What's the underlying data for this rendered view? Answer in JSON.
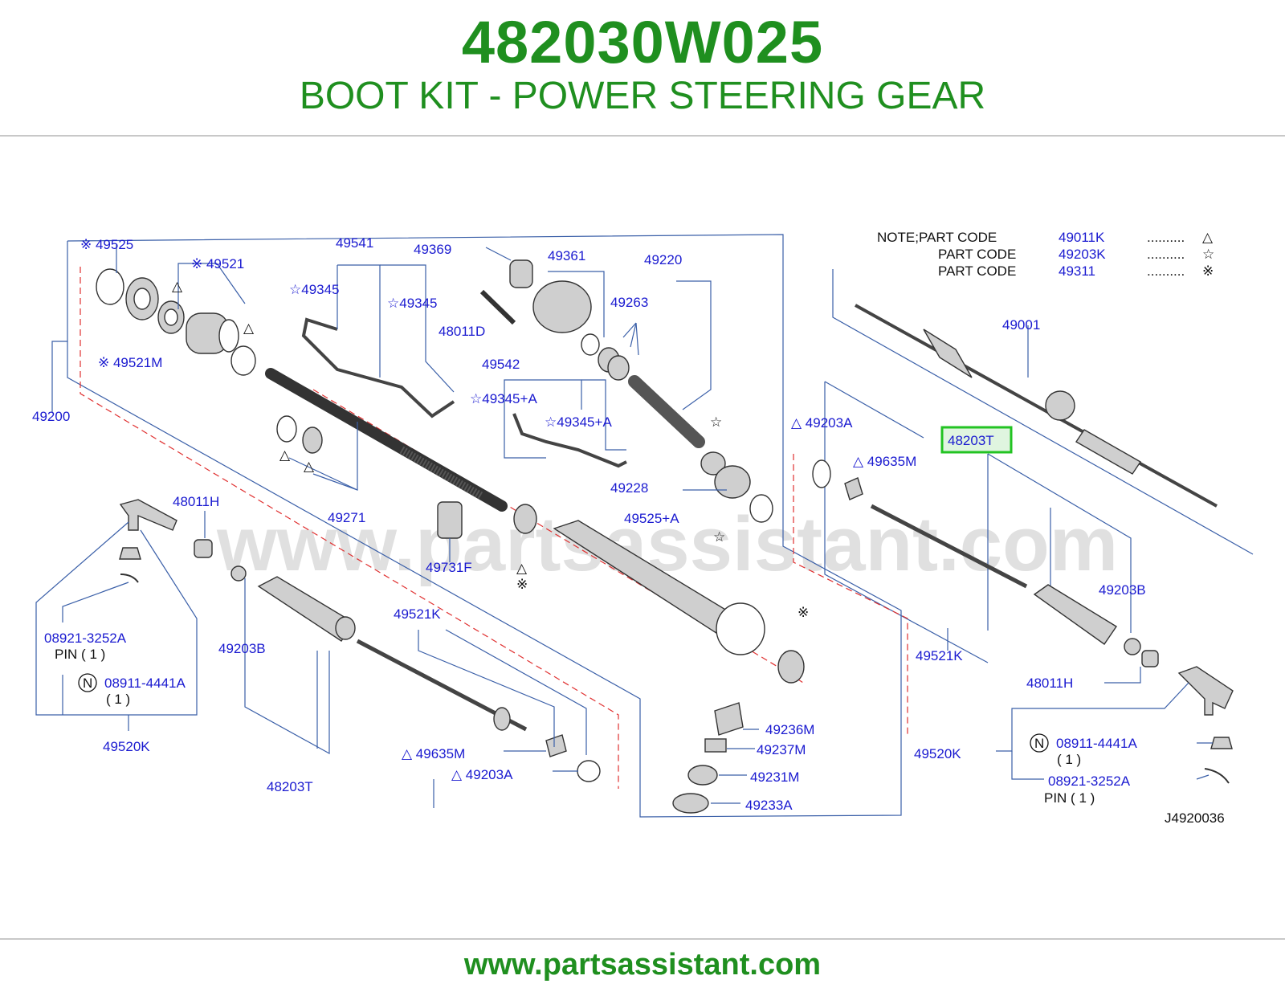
{
  "header": {
    "part_number": "482030W025",
    "description": "BOOT KIT - POWER STEERING GEAR"
  },
  "footer": {
    "url": "www.partsassistant.com"
  },
  "watermark": "www.partsassistant.com",
  "colors": {
    "brand_green": "#1f8f1f",
    "label_blue": "#1a1ad0",
    "highlight": "#22c322",
    "leader_line": "#3a5fa8",
    "dashed_line": "#e03030"
  },
  "note": {
    "title": "NOTE;PART  CODE",
    "rows": [
      {
        "prefix": "NOTE;PART  CODE",
        "code": "49011K",
        "dots": "..........",
        "symbol": "△"
      },
      {
        "prefix": "PART  CODE",
        "code": "49203K",
        "dots": "..........",
        "symbol": "☆"
      },
      {
        "prefix": "PART  CODE",
        "code": "49311",
        "dots": "..........",
        "symbol": "※"
      }
    ]
  },
  "diagram_id": "J4920036",
  "labels": {
    "p49525": "※ 49525",
    "p49521": "※ 49521",
    "p49521M": "※ 49521M",
    "p49200": "49200",
    "p49541": "49541",
    "p49369": "49369",
    "p49345a": "☆49345",
    "p49345b": "☆49345",
    "p49361": "49361",
    "p48011D": "48011D",
    "p49220": "49220",
    "p49263": "49263",
    "p49542": "49542",
    "p49345A1": "☆49345+A",
    "p49345A2": "☆49345+A",
    "p49228": "49228",
    "p49525A": "49525+A",
    "p49271": "49271",
    "p49731F": "49731F",
    "p48011H_l": "48011H",
    "p08921_l": "08921-3252A",
    "pin_l": "PIN  ( 1 )",
    "p08911_l": "08911-4441A",
    "qty_l": "(  1  )",
    "p49520K_l": "49520K",
    "p49203B_l": "49203B",
    "p48203T_l": "48203T",
    "p49521K_l": "49521K",
    "p49635M_l": "△ 49635M",
    "p49203A_l": "△ 49203A",
    "p49236M": "49236M",
    "p49237M": "49237M",
    "p49231M": "49231M",
    "p49233A": "49233A",
    "p49001": "49001",
    "p49203A_r": "△ 49203A",
    "p49635M_r": "△ 49635M",
    "p48203T_r": "48203T",
    "p49203B_r": "49203B",
    "p49521K_r": "49521K",
    "p48011H_r": "48011H",
    "p49520K_r": "49520K",
    "p08911_r": "08911-4441A",
    "qty_r": "(   1   )",
    "p08921_r": "08921-3252A",
    "pin_r": "PIN      ( 1 )",
    "sym_tri1": "△",
    "sym_tri2": "△",
    "sym_tri3": "△",
    "sym_tri4": "△",
    "sym_tri5": "△",
    "sym_star1": "☆",
    "sym_star2": "☆",
    "sym_ref1": "※",
    "sym_ref2": "※",
    "sym_N": "N"
  }
}
